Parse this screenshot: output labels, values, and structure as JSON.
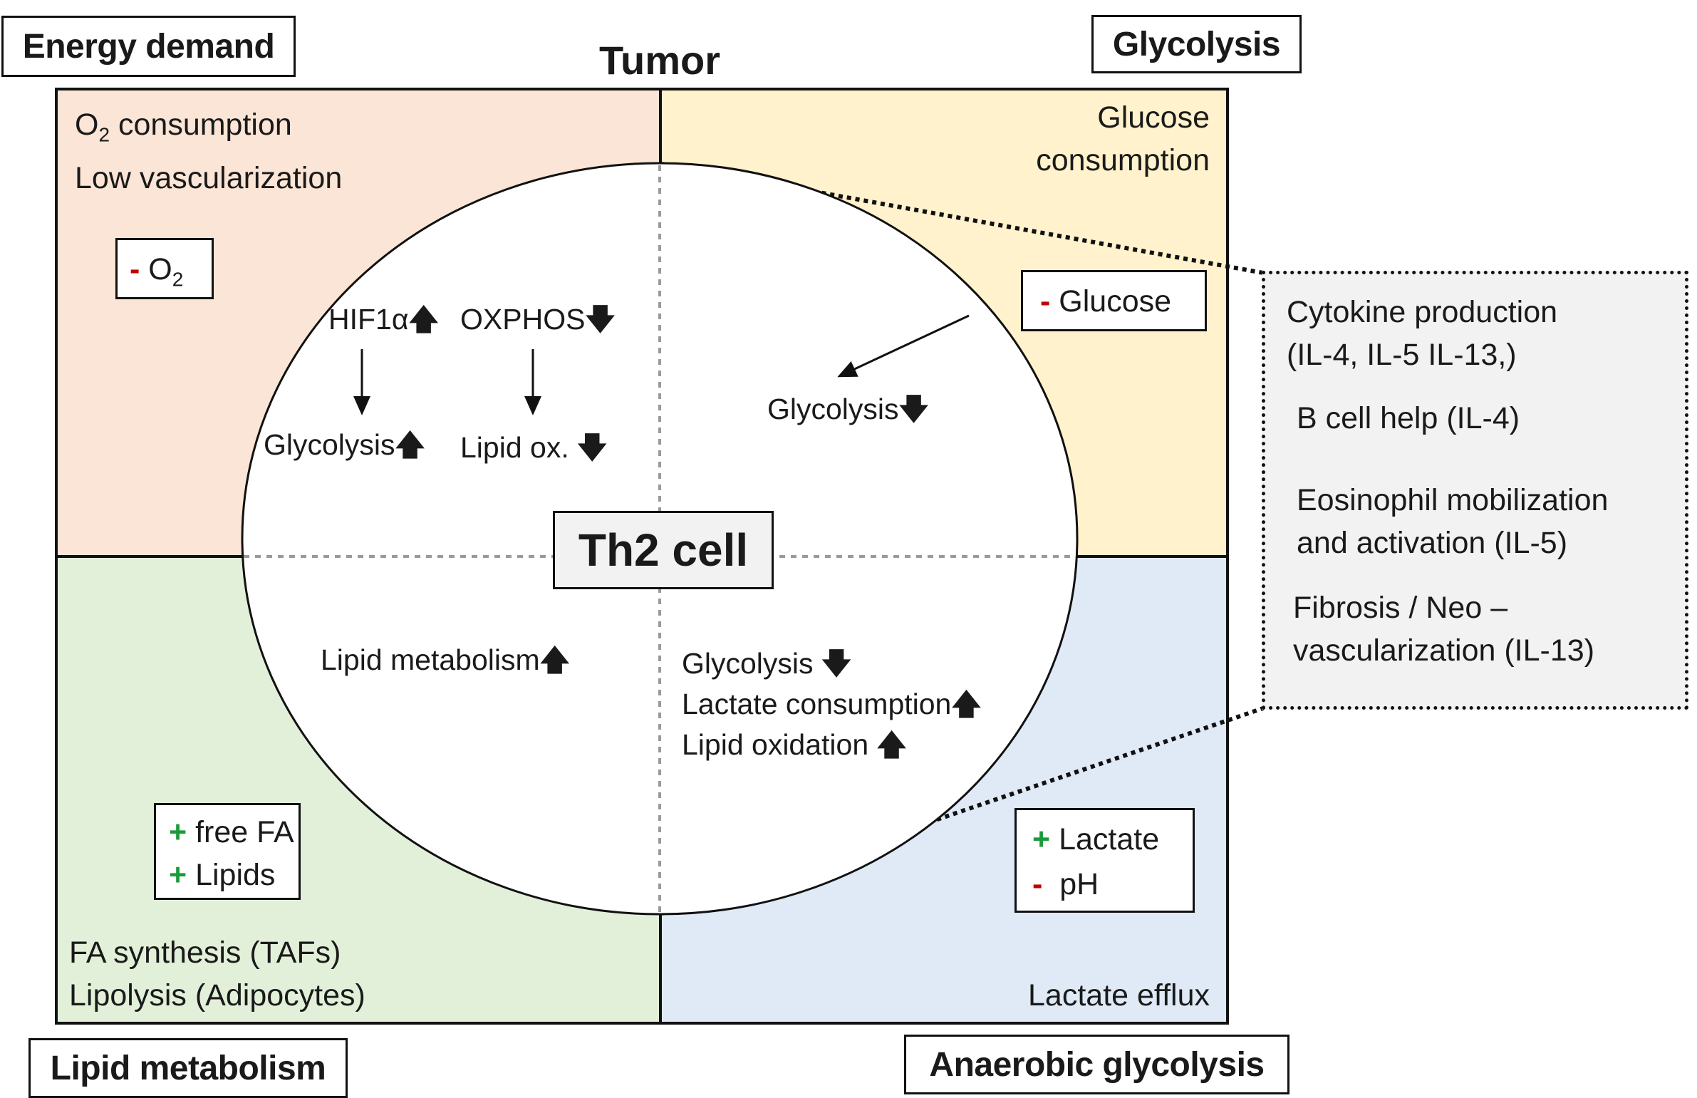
{
  "corner_labels": {
    "energy_demand": "Energy demand",
    "glycolysis": "Glycolysis",
    "lipid_metabolism": "Lipid metabolism",
    "anaerobic_glycolysis": "Anaerobic glycolysis"
  },
  "title": "Tumor",
  "colors": {
    "top_left": "#fbe5d6",
    "top_right": "#fff2cc",
    "bottom_left": "#e2f0d9",
    "bottom_right": "#dfeaf6",
    "minus": "#c00000",
    "plus": "#1b9a3a"
  },
  "quadrants": {
    "top_left": {
      "lines": [
        "consumption",
        "Low vascularization"
      ],
      "o2_prefix": "O",
      "o2_sub": "2",
      "box": {
        "sign": "-",
        "text": "O",
        "sub": "2"
      }
    },
    "top_right": {
      "lines": [
        "Glucose",
        "consumption"
      ],
      "box": {
        "sign": "-",
        "text": "Glucose"
      }
    },
    "bottom_left": {
      "lines": [
        "FA synthesis (TAFs)",
        "Lipolysis (Adipocytes)"
      ],
      "box": [
        {
          "sign": "+",
          "text": "free FA"
        },
        {
          "sign": "+",
          "text": "Lipids"
        }
      ]
    },
    "bottom_right": {
      "lines": [
        "Lactate efflux"
      ],
      "box": [
        {
          "sign": "+",
          "text": "Lactate"
        },
        {
          "sign": "-",
          "text": "pH"
        }
      ]
    }
  },
  "cell": {
    "label": "Th2 cell",
    "top_left": {
      "hif": "HIF1α",
      "oxphos": "OXPHOS",
      "glycolysis": "Glycolysis",
      "lipid_ox": "Lipid ox."
    },
    "top_right": {
      "glycolysis": "Glycolysis"
    },
    "bottom_left": {
      "lipid_metabolism": "Lipid metabolism"
    },
    "bottom_right": {
      "lines": [
        "Glycolysis",
        "Lactate consumption",
        "Lipid oxidation"
      ]
    }
  },
  "effects": {
    "cytokines": [
      "Cytokine production",
      "(IL-4, IL-5 IL-13,)"
    ],
    "b_cell": "B cell help (IL-4)",
    "eosinophil": [
      "Eosinophil mobilization",
      "and activation (IL-5)"
    ],
    "fibrosis": [
      "Fibrosis / Neo –",
      "vascularization (IL-13)"
    ]
  }
}
